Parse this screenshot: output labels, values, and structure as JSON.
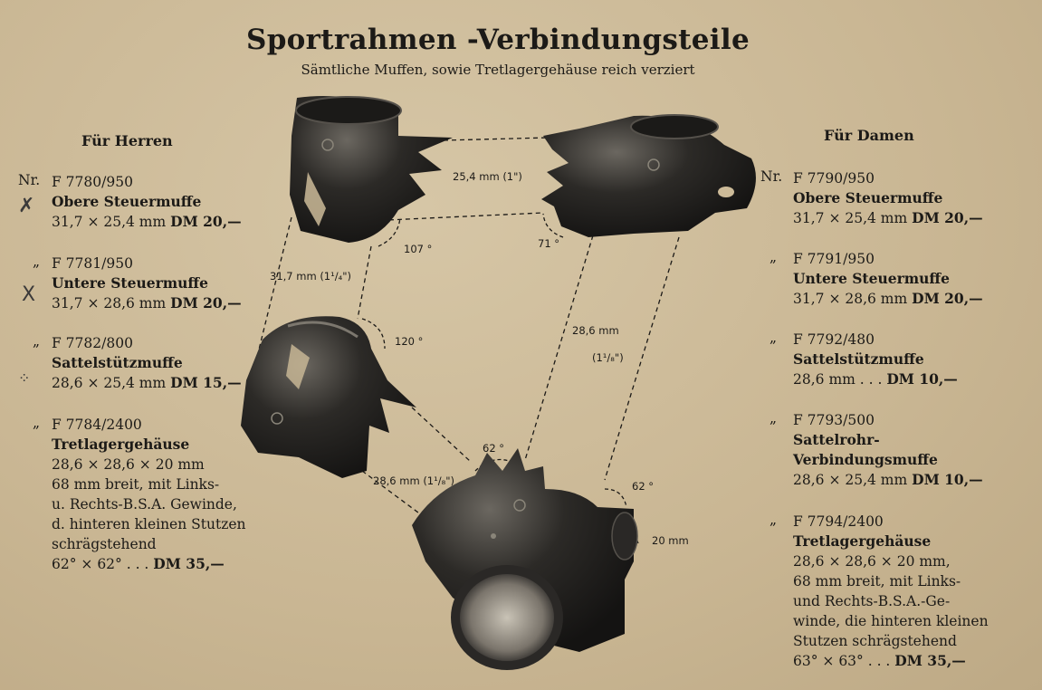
{
  "header": {
    "title": "Sportrahmen -Verbindungsteile",
    "subtitle": "Sämtliche Muffen, sowie Tretlagergehäuse reich verziert"
  },
  "left": {
    "heading": "Für Herren",
    "entries": [
      {
        "marker": "Nr.",
        "number": "F 7780/950",
        "name": "Obere Steuermuffe",
        "spec": "31,7 × 25,4 mm",
        "price": "DM 20,—"
      },
      {
        "marker": "„",
        "number": "F 7781/950",
        "name": "Untere Steuermuffe",
        "spec": "31,7 × 28,6 mm",
        "price": "DM 20,—"
      },
      {
        "marker": "„",
        "number": "F 7782/800",
        "name": "Sattelstützmuffe",
        "spec": "28,6 × 25,4 mm",
        "price": "DM 15,—"
      },
      {
        "marker": "„",
        "number": "F 7784/2400",
        "name": "Tretlagergehäuse",
        "lines": [
          "28,6 × 28,6 × 20 mm",
          "68 mm breit, mit Links-",
          "u. Rechts-B.S.A. Gewinde,",
          "d. hinteren kleinen Stutzen",
          "schrägstehend"
        ],
        "spec": "62° × 62° . . .",
        "price": "DM 35,—"
      }
    ]
  },
  "right": {
    "heading": "Für Damen",
    "entries": [
      {
        "marker": "Nr.",
        "number": "F 7790/950",
        "name": "Obere Steuermuffe",
        "spec": "31,7 × 25,4 mm",
        "price": "DM 20,—"
      },
      {
        "marker": "„",
        "number": "F 7791/950",
        "name": "Untere Steuermuffe",
        "spec": "31,7 × 28,6 mm",
        "price": "DM 20,—"
      },
      {
        "marker": "„",
        "number": "F 7792/480",
        "name": "Sattelstützmuffe",
        "spec": "28,6 mm . . .",
        "price": "DM 10,—"
      },
      {
        "marker": "„",
        "number": "F 7793/500",
        "name": "Sattelrohr-",
        "name2": "Verbindungsmuffe",
        "spec": "28,6 × 25,4 mm",
        "price": "DM 10,—"
      },
      {
        "marker": "„",
        "number": "F 7794/2400",
        "name": "Tretlagergehäuse",
        "lines": [
          "28,6 × 28,6 × 20 mm,",
          "68 mm breit, mit Links-",
          "und Rechts-B.S.A.-Ge-",
          "winde, die hinteren kleinen",
          "Stutzen schrägstehend"
        ],
        "spec": "63° × 63° . . .",
        "price": "DM 35,—"
      }
    ]
  },
  "marks": {
    "check": "✗",
    "cross": "X",
    "dots": "⁘"
  },
  "dimensions": {
    "top_tube": "25,4 mm (1\")",
    "angle_107": "107 °",
    "angle_71": "71 °",
    "head_tube": "31,7 mm (1¹/₄\")",
    "angle_120": "120 °",
    "down_tube": "28,6 mm",
    "down_tube_inch": "(1¹/₈\")",
    "angle_62_top": "62 °",
    "seat_tube": "28,6 mm (1¹/₈\")",
    "angle_62_right": "62 °",
    "stay": "20 mm"
  }
}
